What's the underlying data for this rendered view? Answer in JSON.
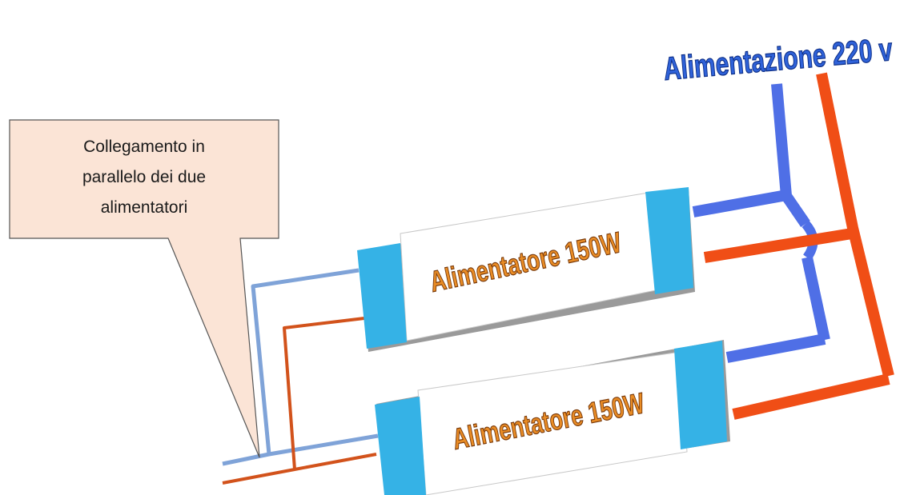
{
  "callout": {
    "line1": "Collegamento in",
    "line2": "parallelo dei due",
    "line3": "alimentatori"
  },
  "mains_label": "Alimentazione 220 v",
  "power_supplies": [
    {
      "label": "Alimentatore 150W"
    },
    {
      "label": "Alimentatore 150W"
    }
  ],
  "colors": {
    "neutral_wire": "#4f6fe6",
    "phase_wire": "#f04e16",
    "input_wire_blue": "#7fa3d8",
    "input_wire_red": "#d2521b",
    "end_cap": "#35b2e6",
    "body": "#ffffff",
    "callout_fill": "#fbe4d6",
    "label_fill": "#e98c25",
    "label_stroke": "#7a3b0c",
    "title_fill": "#2f62d9",
    "title_stroke": "#0d2e86"
  }
}
